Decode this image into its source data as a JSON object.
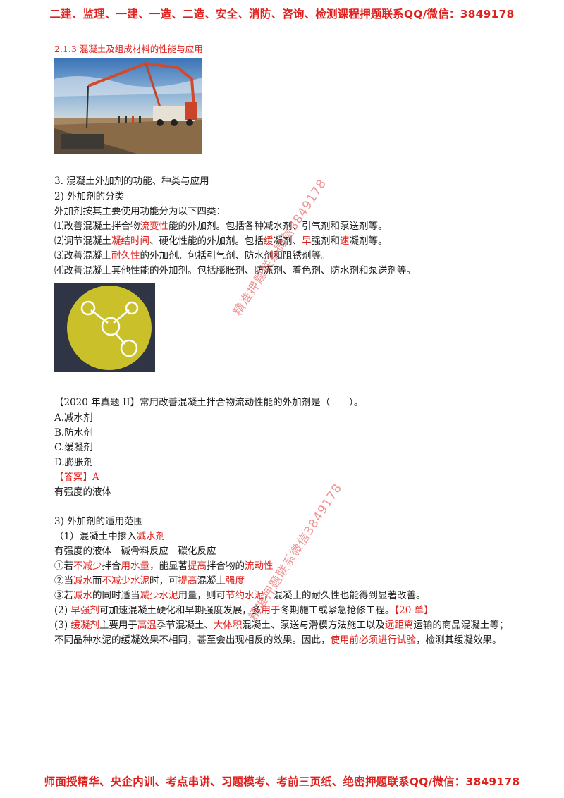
{
  "banner_top": "二建、监理、一建、一造、二造、安全、消防、咨询、检测课程押题联系QQ/微信：3849178",
  "banner_bottom": "师面授精华、央企内训、考点串讲、习题模考、考前三页纸、绝密押题联系QQ/微信：3849178",
  "section_title": "2.1.3  混凝土及组成材料的性能与应用",
  "heading": "3. 混凝土外加剂的功能、种类与应用",
  "sub1": "2) 外加剂的分类",
  "intro": "外加剂按其主要使用功能分为以下四类：",
  "items": {
    "i1": {
      "a": "⑴改善混凝土拌合物",
      "b": "流变性",
      "c": "能的外加剂。包括各种减水剂、引气剂和泵送剂等。"
    },
    "i2": {
      "a": "⑵调节混凝土",
      "b": "凝结时间",
      "c": "、硬化性能的外加剂。包括",
      "d": "缓",
      "e": "凝剂、",
      "f": "早",
      "g": "强剂和",
      "h": "速",
      "i": "凝剂等。"
    },
    "i3": {
      "a": "⑶改善混凝土",
      "b": "耐久性",
      "c": "的外加剂。包括引气剂、防水剂和阻锈剂等。"
    },
    "i4": {
      "a": "⑷改善混凝土其他性能的外加剂。包括膨胀剂、防冻剂、着色剂、防水剂和泵送剂等。"
    }
  },
  "question": {
    "stem": "【2020 年真题 II】常用改善混凝土拌合物流动性能的外加剂是（　　）。",
    "options": [
      "A.减水剂",
      "B.防水剂",
      "C.缓凝剂",
      "D.膨胀剂"
    ],
    "answer_label": "【答案】A",
    "note": "有强度的液体"
  },
  "sub3": "3) 外加剂的适用范围",
  "sub3_1": {
    "a": "（1）混凝土中掺入",
    "b": "减水剂"
  },
  "keywords": "有强度的液体　碱骨料反应　碳化反应",
  "p1": {
    "a": "①若",
    "b": "不减少",
    "c": "拌合",
    "d": "用水量",
    "e": "，能显著",
    "f": "提高",
    "g": "拌合物的",
    "h": "流动性"
  },
  "p2": {
    "a": "②当",
    "b": "减水",
    "c": "而",
    "d": "不减少水泥",
    "e": "时，可",
    "f": "提高",
    "g": "混凝土",
    "h": "强度"
  },
  "p3": {
    "a": "③若",
    "b": "减水",
    "c": "的同时适当",
    "d": "减少水泥",
    "e": "用量，则可",
    "f": "节约水泥",
    "g": "，混凝土的耐久性也能得到显著改善。"
  },
  "p4": {
    "a": "(2) ",
    "b": "早强剂",
    "c": "可加速混凝土硬化和早期强度发展，多",
    "d": "用于",
    "e": "冬期施工或紧急抢修工程。",
    "f": "【20 单】"
  },
  "p5": {
    "a": "(3) ",
    "b": "缓凝剂",
    "c": "主要用于",
    "d": "高温",
    "e": "季节混凝土、",
    "f": "大体积",
    "g": "混凝土、泵送与滑模方法施工以及",
    "h": "远距离",
    "i": "运输的商品混凝土等；"
  },
  "p6": {
    "a": "不同品种水泥的缓凝效果不相同，甚至会出现相反的效果。因此，",
    "b": "使用前必须进行试验",
    "c": "，检测其缓凝效果。"
  },
  "watermark1": "精准押题联系微信3849178",
  "watermark2": "精准押题联系微信3849178",
  "colors": {
    "accent_red": "#e0201c",
    "icon_yellow": "#c9c02a",
    "icon_bg": "#2f3545"
  },
  "images": {
    "photo": "concrete-pump-truck-construction-site-photo",
    "icon": "molecule-icon"
  }
}
